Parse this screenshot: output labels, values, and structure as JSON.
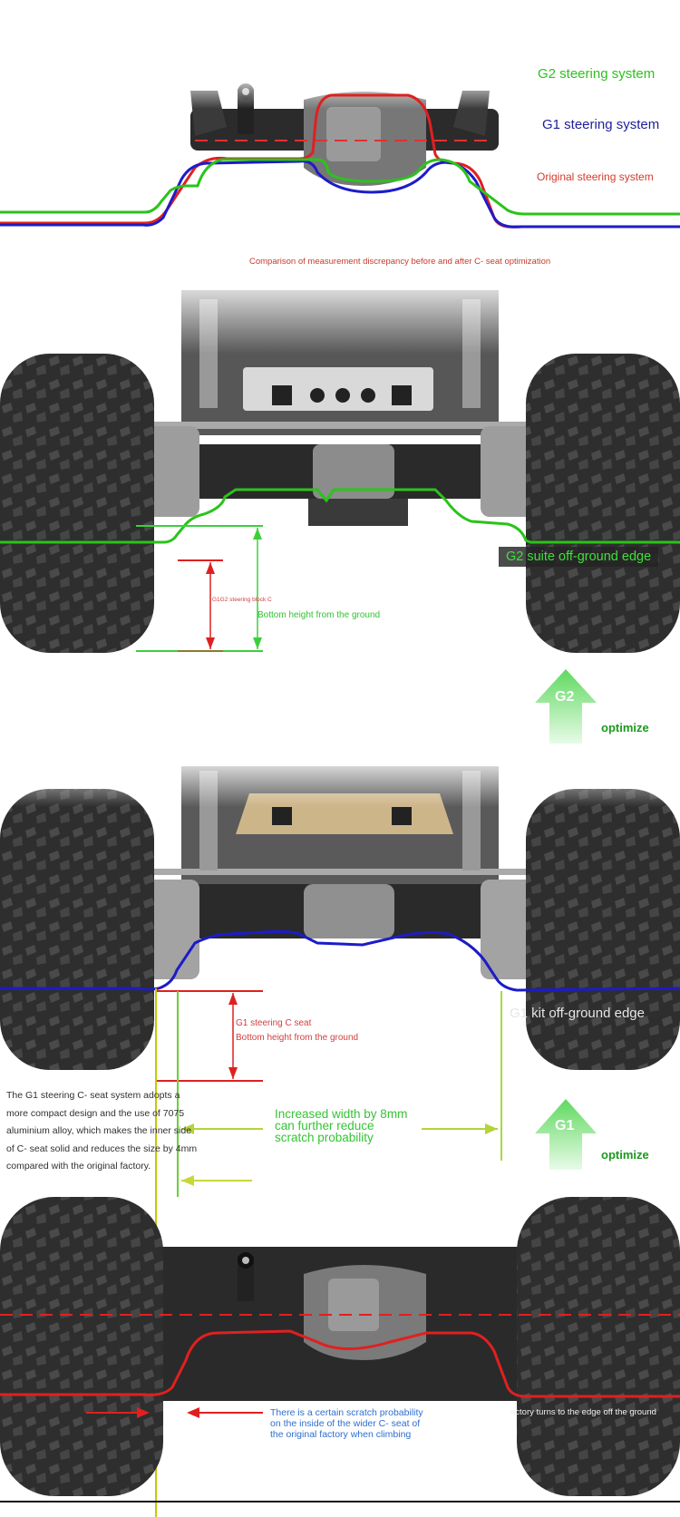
{
  "legend": {
    "g2": "G2 steering system",
    "g1": "G1 steering system",
    "original": "Original steering system"
  },
  "section1": {
    "caption": "Comparison of measurement discrepancy before and after C- seat optimization"
  },
  "section2": {
    "edge_label": "G2 suite off-ground edge",
    "block_label": "G1G2 steering block C",
    "height_label": "Bottom height from the ground",
    "badge": "G2",
    "optimize": "optimize"
  },
  "section3": {
    "edge_label": "G1 kit off-ground edge",
    "seat_label": "G1 steering C seat",
    "height_label": "Bottom height from the ground",
    "paragraph": "The G1 steering C- seat system adopts a more compact design and the use of 7075 aluminium alloy, which makes the inner side of C- seat solid and reduces the size by 4mm compared with the original factory.",
    "width_note": [
      "Increased width by 8mm",
      "can further reduce",
      "scratch probability"
    ],
    "badge": "G1",
    "optimize": "optimize"
  },
  "section4": {
    "scratch_note": [
      "There is a certain scratch probability",
      "on the inside of the wider C- seat of",
      "the original factory when climbing"
    ],
    "factory_note": "actory turns to the edge off the ground"
  },
  "colors": {
    "g2": "#2bc31b",
    "g1": "#1c1cc8",
    "original": "#e02020",
    "guide_yellow": "#c8c800",
    "chassis_dark": "#2a2a2a",
    "tire": "#333333"
  }
}
